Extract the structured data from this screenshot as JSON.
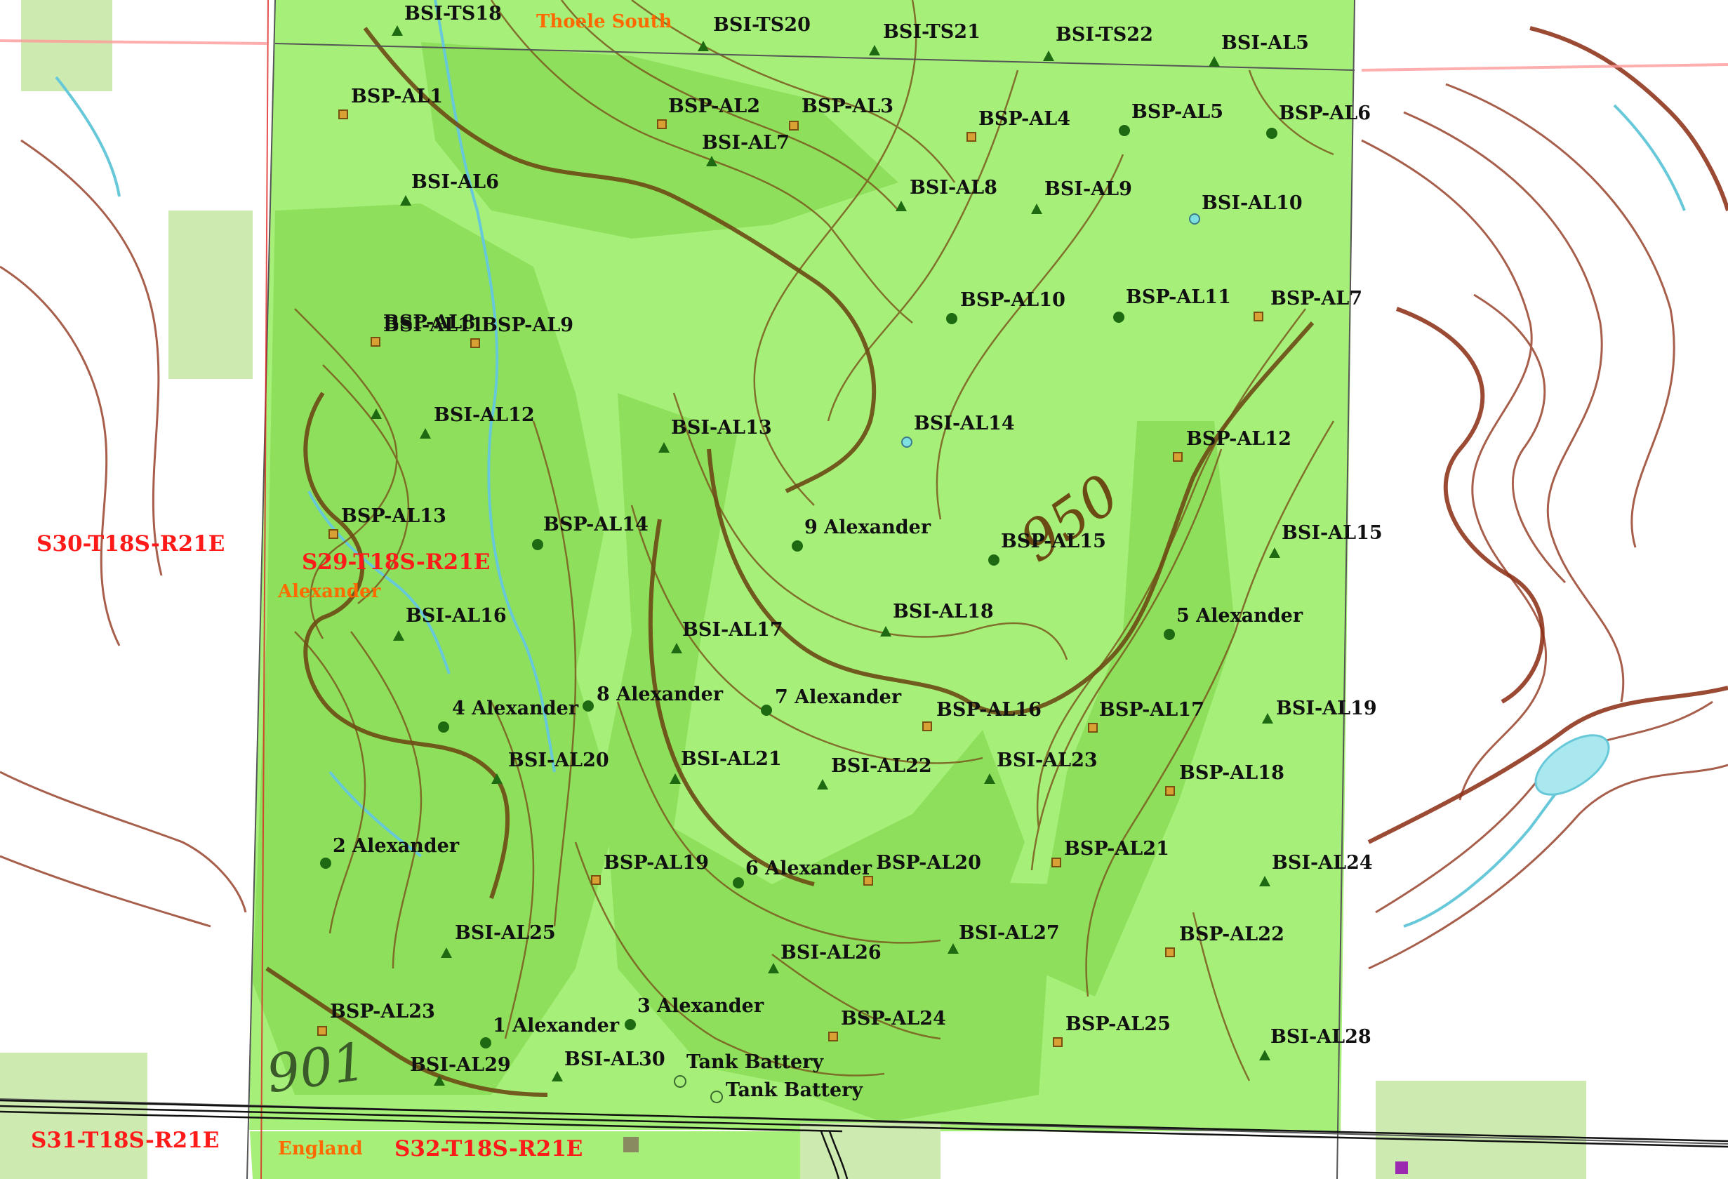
{
  "colors": {
    "lease_fill": "#a6f07a",
    "lease_dark": "#8ee05c",
    "contour": "#7a5a1e",
    "contour_index": "#6b4a14",
    "offlease_contour": "#8a2a10",
    "water": "#66c8d8",
    "section_text": "#ff1a1a",
    "lease_text": "#ff6a00",
    "well_text": "#111111",
    "well_symbol": "#1e6a12",
    "water_well": "#7fe0e0"
  },
  "section_labels": [
    {
      "text": "S30-T18S-R21E",
      "name": "section-label-s30"
    },
    {
      "text": "S29-T18S-R21E",
      "name": "section-label-s29"
    },
    {
      "text": "S31-T18S-R21E",
      "name": "section-label-s31"
    },
    {
      "text": "S32-T18S-R21E",
      "name": "section-label-s32"
    }
  ],
  "lease_labels": [
    {
      "text": "Thoele South",
      "name": "lease-label-thoele-south"
    },
    {
      "text": "Alexander",
      "name": "lease-label-alexander"
    },
    {
      "text": "England",
      "name": "lease-label-england"
    }
  ],
  "contour_labels": [
    {
      "text": "950",
      "name": "contour-label-950"
    },
    {
      "text": "901",
      "name": "contour-label-901"
    }
  ],
  "wells": [
    {
      "label": "BSI-TS18",
      "type": "injection"
    },
    {
      "label": "BSI-TS20",
      "type": "injection"
    },
    {
      "label": "BSI-TS21",
      "type": "injection"
    },
    {
      "label": "BSI-TS22",
      "type": "injection"
    },
    {
      "label": "BSI-AL5",
      "type": "injection"
    },
    {
      "label": "BSP-AL1",
      "type": "producer"
    },
    {
      "label": "BSP-AL2",
      "type": "producer"
    },
    {
      "label": "BSP-AL3",
      "type": "producer"
    },
    {
      "label": "BSI-AL7",
      "type": "injection"
    },
    {
      "label": "BSP-AL4",
      "type": "producer"
    },
    {
      "label": "BSP-AL5",
      "type": "oil-well"
    },
    {
      "label": "BSP-AL6",
      "type": "oil-well"
    },
    {
      "label": "BSI-AL6",
      "type": "injection"
    },
    {
      "label": "BSI-AL8",
      "type": "injection"
    },
    {
      "label": "BSI-AL9",
      "type": "injection"
    },
    {
      "label": "BSI-AL10",
      "type": "water-well"
    },
    {
      "label": "BSP-AL8",
      "type": "producer"
    },
    {
      "label": "BSP-AL9",
      "type": "producer"
    },
    {
      "label": "BSP-AL10",
      "type": "oil-well"
    },
    {
      "label": "BSP-AL11",
      "type": "oil-well"
    },
    {
      "label": "BSP-AL7",
      "type": "producer"
    },
    {
      "label": "BSI-AL11",
      "type": "injection"
    },
    {
      "label": "BSI-AL12",
      "type": "injection"
    },
    {
      "label": "BSI-AL13",
      "type": "injection"
    },
    {
      "label": "BSI-AL14",
      "type": "water-well"
    },
    {
      "label": "BSP-AL12",
      "type": "producer"
    },
    {
      "label": "BSP-AL13",
      "type": "producer"
    },
    {
      "label": "BSP-AL14",
      "type": "oil-well"
    },
    {
      "label": "9 Alexander",
      "type": "oil-well"
    },
    {
      "label": "BSP-AL15",
      "type": "oil-well"
    },
    {
      "label": "BSI-AL15",
      "type": "injection"
    },
    {
      "label": "BSI-AL16",
      "type": "injection"
    },
    {
      "label": "BSI-AL17",
      "type": "injection"
    },
    {
      "label": "BSI-AL18",
      "type": "injection"
    },
    {
      "label": "5 Alexander",
      "type": "oil-well"
    },
    {
      "label": "4 Alexander",
      "type": "oil-well"
    },
    {
      "label": "8 Alexander",
      "type": "oil-well"
    },
    {
      "label": "7 Alexander",
      "type": "oil-well"
    },
    {
      "label": "BSP-AL16",
      "type": "producer"
    },
    {
      "label": "BSP-AL17",
      "type": "producer"
    },
    {
      "label": "BSI-AL19",
      "type": "injection"
    },
    {
      "label": "BSI-AL20",
      "type": "injection"
    },
    {
      "label": "BSI-AL21",
      "type": "injection"
    },
    {
      "label": "BSI-AL22",
      "type": "injection"
    },
    {
      "label": "BSI-AL23",
      "type": "injection"
    },
    {
      "label": "BSP-AL18",
      "type": "producer"
    },
    {
      "label": "2 Alexander",
      "type": "oil-well"
    },
    {
      "label": "BSP-AL19",
      "type": "producer"
    },
    {
      "label": "6 Alexander",
      "type": "oil-well"
    },
    {
      "label": "BSP-AL20",
      "type": "producer"
    },
    {
      "label": "BSP-AL21",
      "type": "producer"
    },
    {
      "label": "BSI-AL24",
      "type": "injection"
    },
    {
      "label": "BSI-AL25",
      "type": "injection"
    },
    {
      "label": "BSI-AL26",
      "type": "injection"
    },
    {
      "label": "BSI-AL27",
      "type": "injection"
    },
    {
      "label": "BSP-AL22",
      "type": "producer"
    },
    {
      "label": "BSP-AL23",
      "type": "producer"
    },
    {
      "label": "1 Alexander",
      "type": "oil-well"
    },
    {
      "label": "3 Alexander",
      "type": "oil-well"
    },
    {
      "label": "BSP-AL24",
      "type": "producer"
    },
    {
      "label": "BSP-AL25",
      "type": "producer"
    },
    {
      "label": "BSI-AL28",
      "type": "injection"
    },
    {
      "label": "BSI-AL29",
      "type": "injection"
    },
    {
      "label": "BSI-AL30",
      "type": "injection"
    },
    {
      "label": "Tank Battery",
      "type": "tank-battery"
    },
    {
      "label": "Tank Battery",
      "type": "tank-battery"
    }
  ]
}
